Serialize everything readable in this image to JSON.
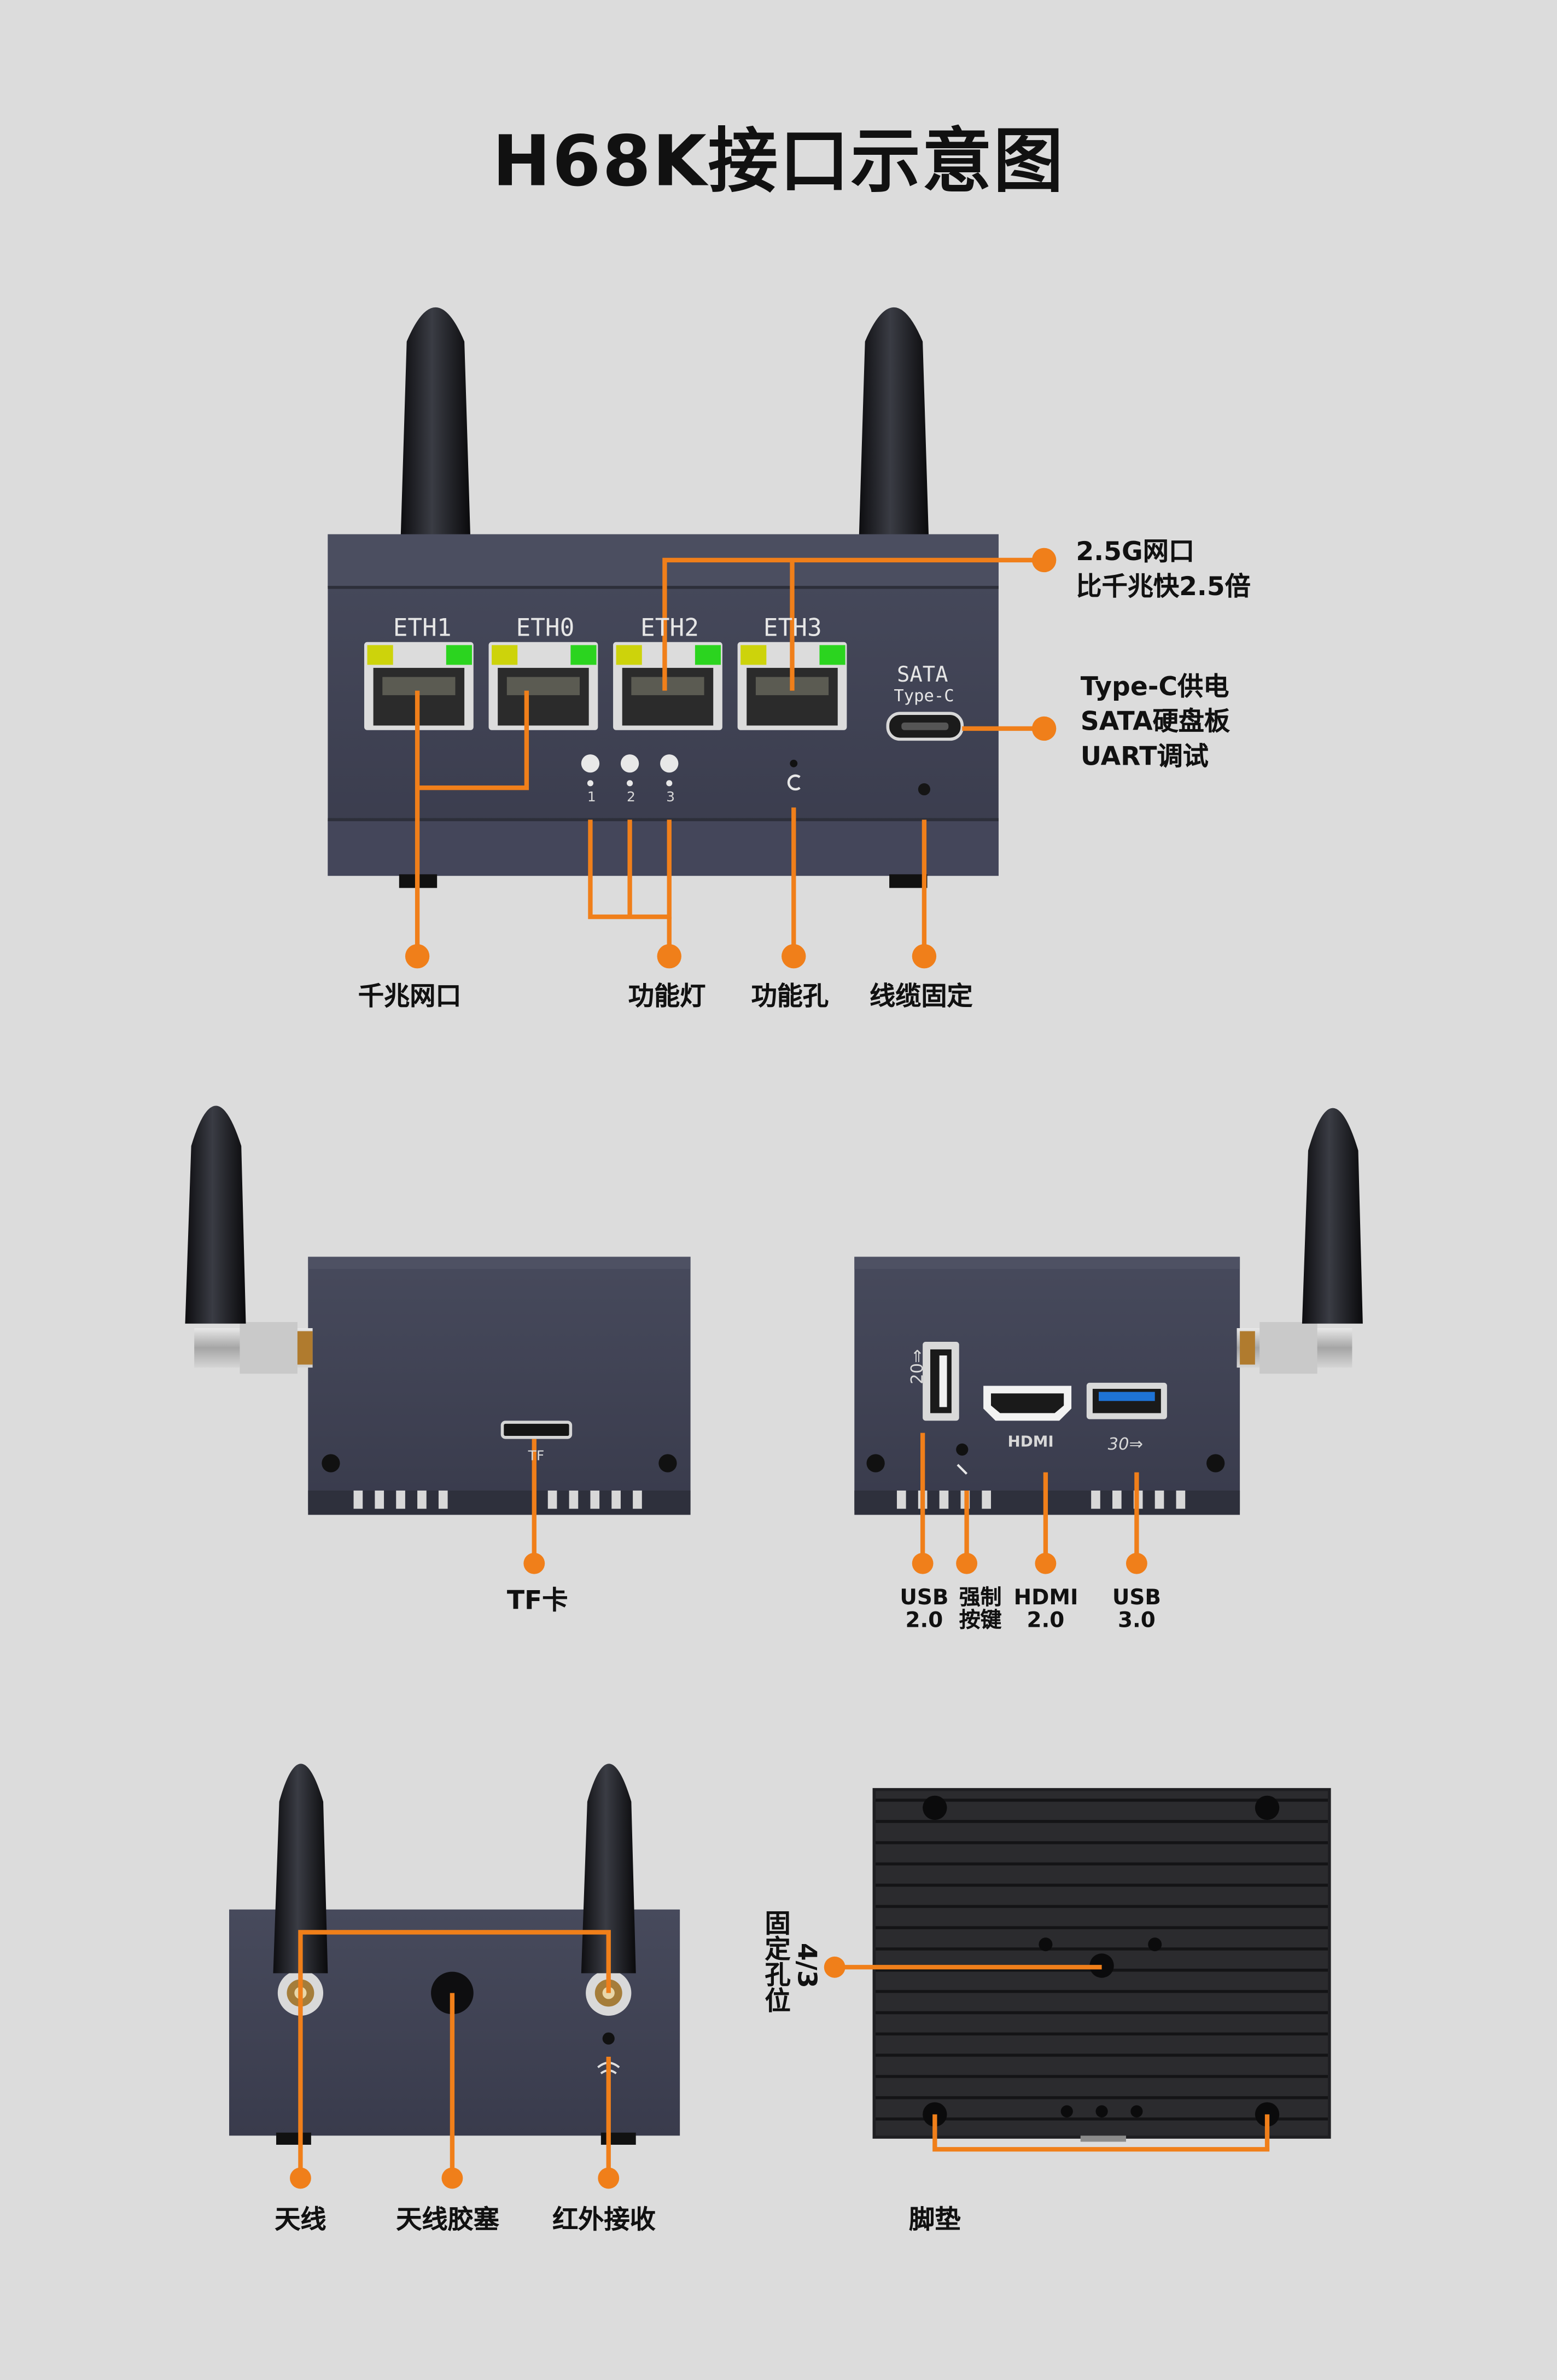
{
  "title": "H68K接口示意图",
  "device_labels": {
    "eth1": "ETH1",
    "eth0": "ETH0",
    "eth2": "ETH2",
    "eth3": "ETH3",
    "sata": "SATA",
    "typec": "Type-C",
    "led1": "1",
    "led2": "2",
    "led3": "3",
    "tf": "TF",
    "hdmi": "HDMI"
  },
  "front_callouts": {
    "port_25g_line1": "2.5G网口",
    "port_25g_line2": "比千兆快2.5倍",
    "typec_line1": "Type-C供电",
    "typec_line2": "SATA硬盘板",
    "typec_line3": "UART调试",
    "gigabit": "千兆网口",
    "leds": "功能灯",
    "func_hole": "功能孔",
    "cable_fix": "线缆固定"
  },
  "side_callouts": {
    "tf_card": "TF卡",
    "usb2_line1": "USB",
    "usb2_line2": "2.0",
    "force_line1": "强制",
    "force_line2": "按键",
    "hdmi_line1": "HDMI",
    "hdmi_line2": "2.0",
    "usb3_line1": "USB",
    "usb3_line2": "3.0"
  },
  "rear_callouts": {
    "antenna": "天线",
    "antenna_plug": "天线胶塞",
    "ir": "红外接收",
    "mount_line1": "4/3",
    "mount_line2": "固定孔位",
    "feet": "脚垫"
  },
  "colors": {
    "background": "#dcdcdc",
    "accent": "#f07f1a",
    "device": "#3f4152",
    "text": "#111111"
  }
}
